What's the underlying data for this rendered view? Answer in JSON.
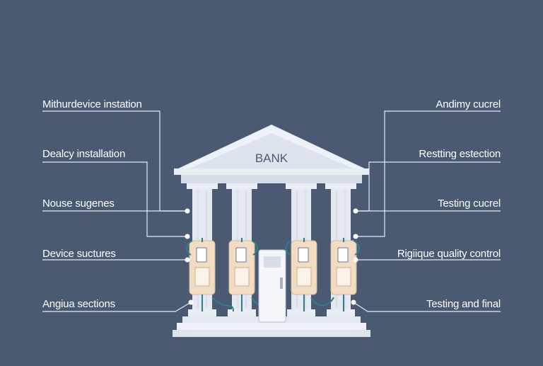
{
  "diagram": {
    "building_label": "BANK",
    "left_labels": [
      "Mithurdevice instation",
      "Dealcy installation",
      "Nouse sugenes",
      "Device suctures",
      "Angiua sections"
    ],
    "right_labels": [
      "Andimy cucrel",
      "Restting estection",
      "Testing cucrel",
      "Rigiique quality control",
      "Testing and final"
    ]
  },
  "colors": {
    "background": "#4a5a73",
    "building": "#e9eef5",
    "building_shadow": "#c5cfdc",
    "lines": "#e6ebf2",
    "device_panel": "#f2dcc4",
    "cable": "#2f7f8a"
  }
}
